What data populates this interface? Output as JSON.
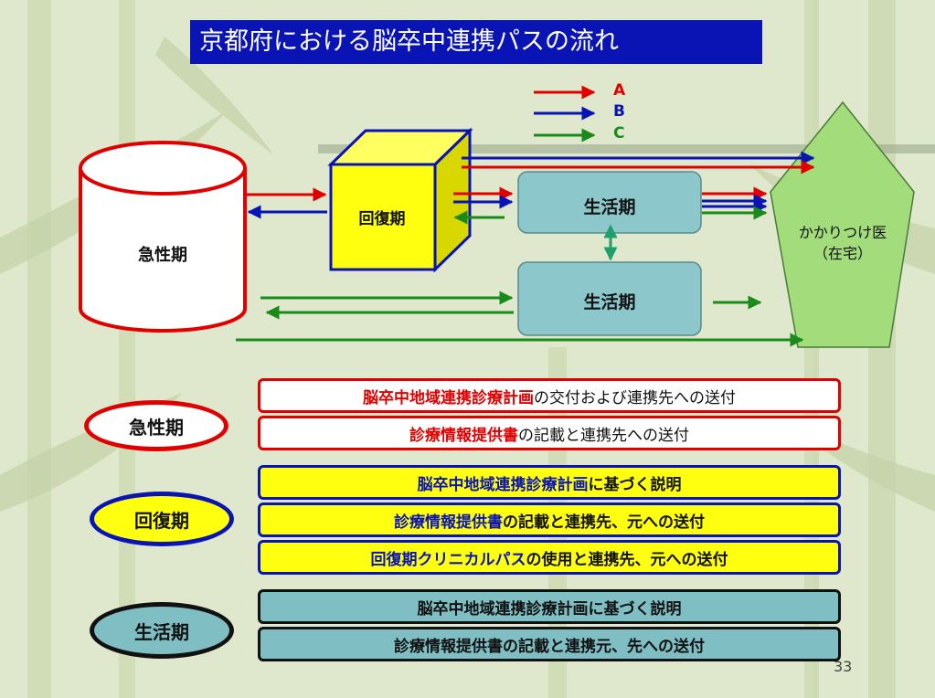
{
  "title": "京都府における脳卒中連携パスの流れ",
  "legend": [
    {
      "letter": "A",
      "color": "#e00000"
    },
    {
      "letter": "B",
      "color": "#0a14b4"
    },
    {
      "letter": "C",
      "color": "#1a8a1a"
    }
  ],
  "nodes": {
    "acute": "急性期",
    "recovery": "回復期",
    "living_top": "生活期",
    "living_bottom": "生活期",
    "home_line1": "かかりつけ医",
    "home_line2": "（在宅）"
  },
  "phases": [
    {
      "label": "急性期",
      "border_color": "#e00000",
      "fill": "#ffffff",
      "rows": [
        {
          "highlight": "脳卒中地域連携診療計画",
          "rest": "の交付および連携先への送付"
        },
        {
          "highlight": "診療情報提供書",
          "rest": "の記載と連携先への送付"
        }
      ]
    },
    {
      "label": "回復期",
      "border_color": "#0a14b4",
      "fill": "#ffff10",
      "rows": [
        {
          "highlight": "脳卒中地域連携診療計画",
          "rest": "に基づく説明"
        },
        {
          "highlight": "診療情報提供書",
          "rest": "の記載と連携先、元への送付"
        },
        {
          "highlight": "回復期クリニカルパス",
          "rest": "の使用と連携先、元への送付"
        }
      ]
    },
    {
      "label": "生活期",
      "border_color": "#111111",
      "fill": "#7fbfc4",
      "rows": [
        {
          "highlight": "",
          "rest": "脳卒中地域連携診療計画に基づく説明"
        },
        {
          "highlight": "",
          "rest": "診療情報提供書の記載と連携元、先への送付"
        }
      ]
    }
  ],
  "page_number": "33"
}
